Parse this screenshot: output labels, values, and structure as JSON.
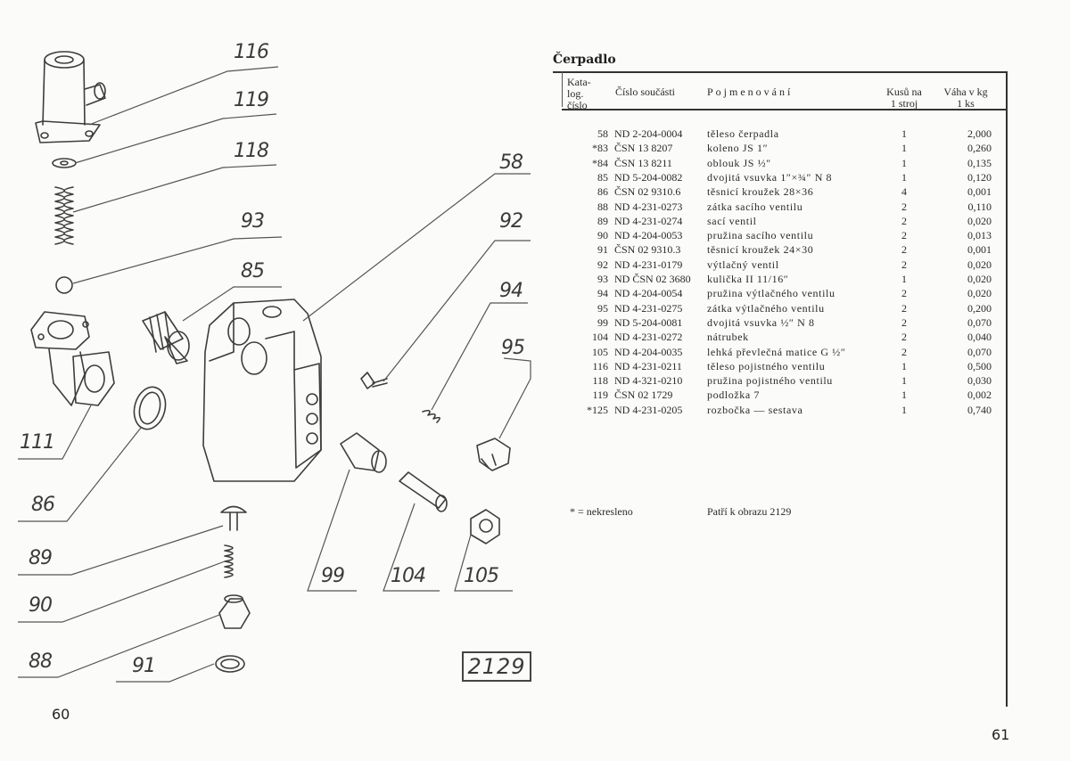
{
  "left_page": {
    "page_number": "60",
    "figure_number": "2129",
    "callouts": [
      "116",
      "119",
      "118",
      "93",
      "85",
      "58",
      "92",
      "94",
      "95",
      "111",
      "86",
      "89",
      "90",
      "88",
      "91",
      "99",
      "104",
      "105"
    ]
  },
  "right_page": {
    "page_number": "61",
    "section_title": "Čerpadlo",
    "headers": {
      "catalog": "Kata-\nlog.\nčíslo",
      "part_number": "Číslo součásti",
      "name": "Pojmenování",
      "qty": "Kusů na\n1 stroj",
      "weight": "Váha v kg\n1 ks"
    },
    "rows": [
      {
        "cat": "58",
        "part": "ND 2-204-0004",
        "name": "těleso čerpadla",
        "qty": "1",
        "weight": "2,000"
      },
      {
        "cat": "*83",
        "part": "ČSN 13 8207",
        "name": "koleno JS 1″",
        "qty": "1",
        "weight": "0,260"
      },
      {
        "cat": "*84",
        "part": "ČSN 13 8211",
        "name": "oblouk JS ½″",
        "qty": "1",
        "weight": "0,135"
      },
      {
        "cat": "85",
        "part": "ND 5-204-0082",
        "name": "dvojitá vsuvka 1″×¾″ N 8",
        "qty": "1",
        "weight": "0,120"
      },
      {
        "cat": "86",
        "part": "ČSN 02 9310.6",
        "name": "těsnicí kroužek 28×36",
        "qty": "4",
        "weight": "0,001"
      },
      {
        "cat": "88",
        "part": "ND 4-231-0273",
        "name": "zátka sacího ventilu",
        "qty": "2",
        "weight": "0,110"
      },
      {
        "cat": "89",
        "part": "ND 4-231-0274",
        "name": "sací ventil",
        "qty": "2",
        "weight": "0,020"
      },
      {
        "cat": "90",
        "part": "ND 4-204-0053",
        "name": "pružina sacího ventilu",
        "qty": "2",
        "weight": "0,013"
      },
      {
        "cat": "91",
        "part": "ČSN 02 9310.3",
        "name": "těsnicí kroužek 24×30",
        "qty": "2",
        "weight": "0,001"
      },
      {
        "cat": "92",
        "part": "ND 4-231-0179",
        "name": "výtlačný ventil",
        "qty": "2",
        "weight": "0,020"
      },
      {
        "cat": "93",
        "part": "ND ČSN 02 3680",
        "name": "kulička II 11/16″",
        "qty": "1",
        "weight": "0,020"
      },
      {
        "cat": "94",
        "part": "ND 4-204-0054",
        "name": "pružina výtlačného ventilu",
        "qty": "2",
        "weight": "0,020"
      },
      {
        "cat": "95",
        "part": "ND 4-231-0275",
        "name": "zátka výtlačného ventilu",
        "qty": "2",
        "weight": "0,200"
      },
      {
        "cat": "99",
        "part": "ND 5-204-0081",
        "name": "dvojitá vsuvka ½″ N 8",
        "qty": "2",
        "weight": "0,070"
      },
      {
        "cat": "104",
        "part": "ND 4-231-0272",
        "name": "nátrubek",
        "qty": "2",
        "weight": "0,040"
      },
      {
        "cat": "105",
        "part": "ND 4-204-0035",
        "name": "lehká převlečná matice G ½″",
        "qty": "2",
        "weight": "0,070"
      },
      {
        "cat": "116",
        "part": "ND 4-231-0211",
        "name": "těleso pojistného ventilu",
        "qty": "1",
        "weight": "0,500"
      },
      {
        "cat": "118",
        "part": "ND 4-321-0210",
        "name": "pružina pojistného ventilu",
        "qty": "1",
        "weight": "0,030"
      },
      {
        "cat": "119",
        "part": "ČSN 02 1729",
        "name": "podložka 7",
        "qty": "1",
        "weight": "0,002"
      },
      {
        "cat": "*125",
        "part": "ND 4-231-0205",
        "name": "rozbočka — sestava",
        "qty": "1",
        "weight": "0,740"
      }
    ],
    "footnote_left": "* = nekresleno",
    "footnote_right": "Patří k obrazu 2129"
  },
  "colors": {
    "ink": "#2a2a2a",
    "paper": "#fbfbf9"
  }
}
